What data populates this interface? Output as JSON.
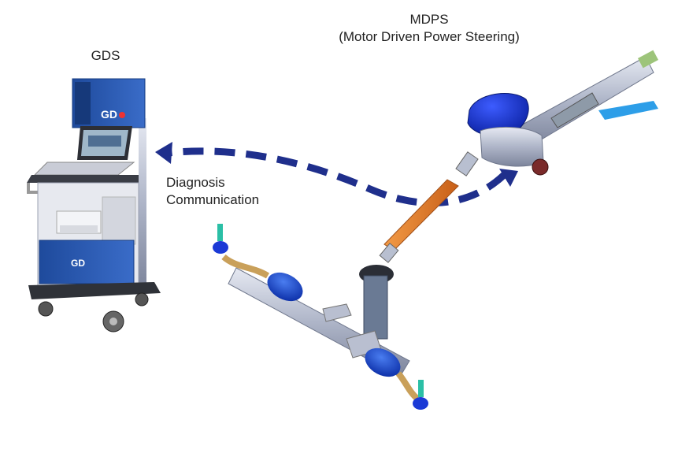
{
  "labels": {
    "gds": "GDS",
    "mdps_title": "MDPS",
    "mdps_subtitle": "(Motor Driven Power Steering)",
    "comm_line1": "Diagnosis",
    "comm_line2": "Communication"
  },
  "colors": {
    "arrow": "#1f2f8c",
    "cart_blue": "#2b5bb4",
    "motor_blue": "#0a2fd0",
    "boot_blue": "#1a4fd6",
    "shaft_orange": "#e07a2a",
    "rack_grey": "#b9bfd0"
  }
}
